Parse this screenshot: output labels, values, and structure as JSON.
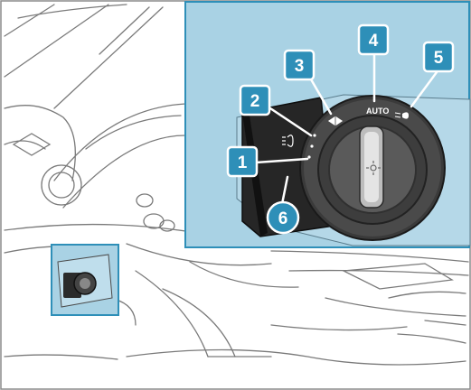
{
  "figure": {
    "accent_color": "#2e8fb8",
    "panel_color": "#a9d2e4",
    "line_color": "#7a7a7a"
  },
  "dial": {
    "auto_label": "AUTO"
  },
  "callouts": [
    {
      "label": "1"
    },
    {
      "label": "2"
    },
    {
      "label": "3"
    },
    {
      "label": "4"
    },
    {
      "label": "5"
    },
    {
      "label": "6"
    }
  ]
}
